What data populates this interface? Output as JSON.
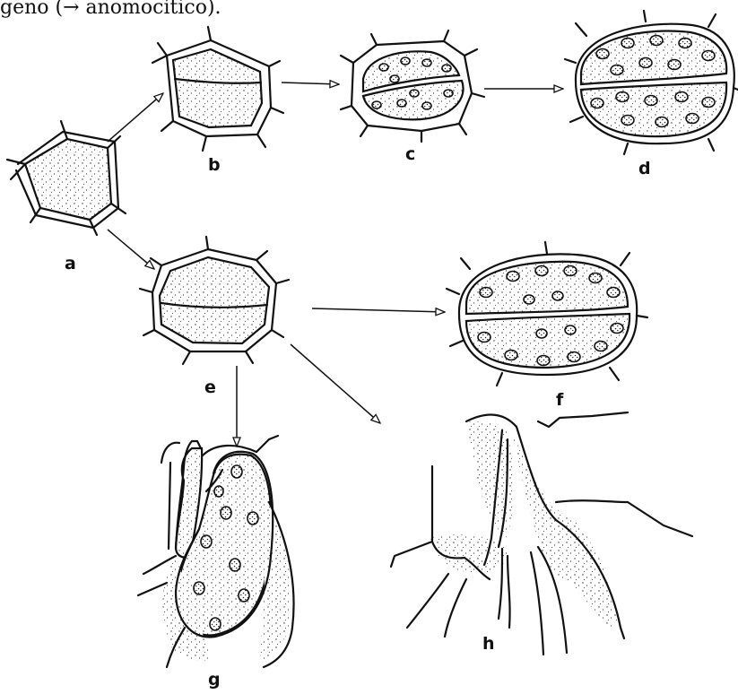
{
  "caption": "geno (→ anomocítico).",
  "figure": {
    "stages": [
      {
        "id": "a",
        "label": "a"
      },
      {
        "id": "b",
        "label": "b"
      },
      {
        "id": "c",
        "label": "c"
      },
      {
        "id": "d",
        "label": "d"
      },
      {
        "id": "e",
        "label": "e"
      },
      {
        "id": "f",
        "label": "f"
      },
      {
        "id": "g",
        "label": "g"
      },
      {
        "id": "h",
        "label": "h"
      }
    ],
    "arrows": [
      {
        "from": "a",
        "to": "b"
      },
      {
        "from": "b",
        "to": "c"
      },
      {
        "from": "c",
        "to": "d"
      },
      {
        "from": "a",
        "to": "e"
      },
      {
        "from": "e",
        "to": "f"
      },
      {
        "from": "e",
        "to": "g"
      },
      {
        "from": "e",
        "to": "h"
      }
    ]
  }
}
